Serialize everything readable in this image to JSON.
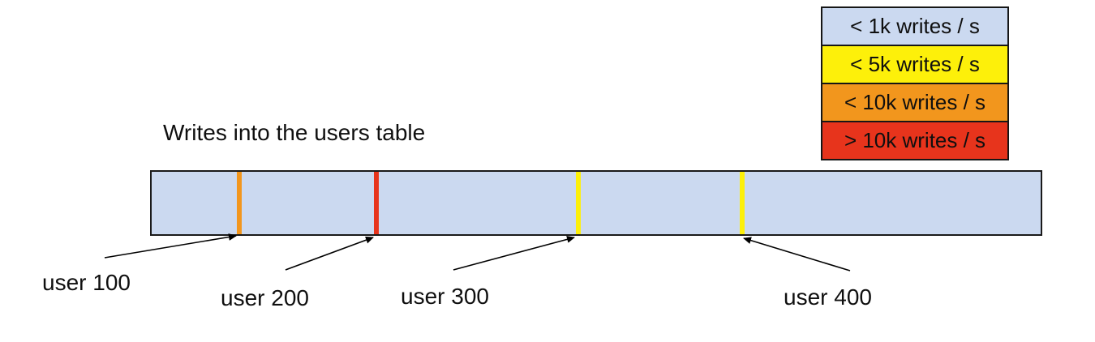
{
  "diagram": {
    "title": "Writes into the users table",
    "legend": {
      "items": [
        {
          "label": "< 1k writes / s",
          "color": "#cbd9f0"
        },
        {
          "label": "< 5k writes / s",
          "color": "#fdf00a"
        },
        {
          "label": "< 10k writes / s",
          "color": "#f2961d"
        },
        {
          "label": "> 10k writes / s",
          "color": "#e7341c"
        }
      ]
    },
    "bar": {
      "fill_color": "#cbd9f0",
      "markers": [
        {
          "user": "user 100",
          "rate_class": "< 10k writes / s",
          "color": "#f2961d"
        },
        {
          "user": "user 200",
          "rate_class": "> 10k writes / s",
          "color": "#e7341c"
        },
        {
          "user": "user 300",
          "rate_class": "< 5k writes / s",
          "color": "#fdf00a"
        },
        {
          "user": "user 400",
          "rate_class": "< 5k writes / s",
          "color": "#fdf00a"
        }
      ]
    },
    "arrow_color": "#000000"
  }
}
